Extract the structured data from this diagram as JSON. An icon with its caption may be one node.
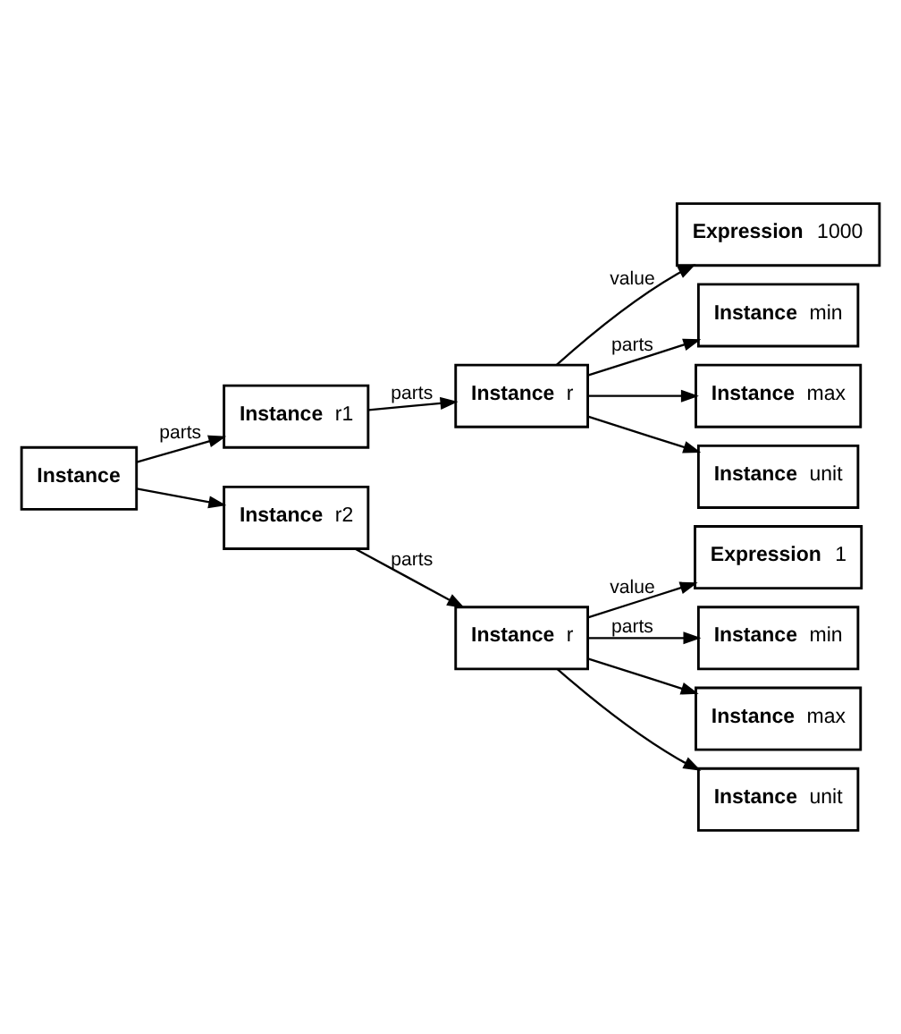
{
  "diagram": {
    "nodes": [
      {
        "text": [
          "**Instance**"
        ]
      },
      {
        "text": [
          "**Instance** r1"
        ]
      },
      {
        "text": [
          "**Instance** r"
        ]
      },
      {
        "text": [
          "**Expression** 1000"
        ]
      },
      {
        "text": [
          "**Instance** min"
        ]
      },
      {
        "text": [
          "**Instance** max"
        ]
      },
      {
        "text": [
          "**Instance** unit"
        ]
      },
      {
        "text": [
          "**Instance** r2"
        ]
      },
      {
        "text": [
          "**Instance** r"
        ]
      },
      {
        "text": [
          "**Expression** 1"
        ]
      },
      {
        "text": [
          "**Instance** min"
        ]
      },
      {
        "text": [
          "**Instance** max"
        ]
      },
      {
        "text": [
          "**Instance** unit"
        ]
      }
    ],
    "edges": [
      {
        "from": 0,
        "to": 1,
        "arrow": "to",
        "label": "parts"
      },
      {
        "from": 0,
        "to": 7,
        "arrow": "to"
      },
      {
        "from": 1,
        "to": 2,
        "arrow": "to",
        "label": "parts"
      },
      {
        "from": 2,
        "to": 3,
        "arrow": "to",
        "label": "value"
      },
      {
        "from": 2,
        "to": 4,
        "arrow": "to",
        "label": "parts"
      },
      {
        "from": 2,
        "to": 5,
        "arrow": "to"
      },
      {
        "from": 2,
        "to": 6,
        "arrow": "to"
      },
      {
        "from": 7,
        "to": 8,
        "arrow": "to",
        "label": "parts"
      },
      {
        "from": 8,
        "to": 9,
        "arrow": "to",
        "label": "value"
      },
      {
        "from": 8,
        "to": 10,
        "arrow": "to",
        "label": "parts"
      },
      {
        "from": 8,
        "to": 11,
        "arrow": "to"
      },
      {
        "from": 8,
        "to": 12,
        "arrow": "to"
      }
    ]
  }
}
